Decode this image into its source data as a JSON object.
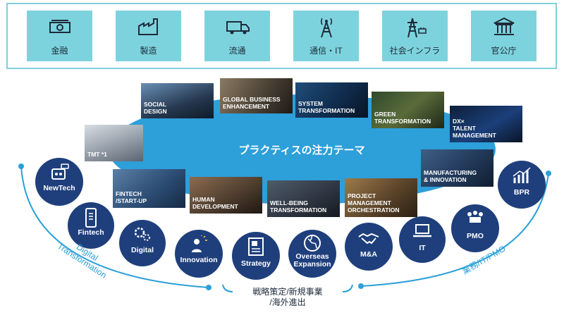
{
  "industries": [
    {
      "label": "金融",
      "icon": "money-icon"
    },
    {
      "label": "製造",
      "icon": "factory-icon"
    },
    {
      "label": "流通",
      "icon": "truck-icon"
    },
    {
      "label": "通信・IT",
      "icon": "antenna-icon"
    },
    {
      "label": "社会インフラ",
      "icon": "power-tower-icon"
    },
    {
      "label": "官公庁",
      "icon": "government-building-icon"
    }
  ],
  "center_title": "プラクティスの注力テーマ",
  "themes": [
    {
      "label": "SOCIAL\nDESIGN"
    },
    {
      "label": "GLOBAL BUSINESS\nENHANCEMENT"
    },
    {
      "label": "SYSTEM\nTRANSFORMATION"
    },
    {
      "label": "GREEN\nTRANSFORMATION"
    },
    {
      "label": "DX×\nTALENT\nMANAGEMENT"
    },
    {
      "label": "TMT *1"
    },
    {
      "label": "FINTECH\n/START-UP"
    },
    {
      "label": "HUMAN\nDEVELOPMENT"
    },
    {
      "label": "WELL-BEING\nTRANSFORMATION"
    },
    {
      "label": "PROJECT\nMANAGEMENT\nORCHESTRATION"
    },
    {
      "label": "MANUFACTURING\n& INNOVATION"
    }
  ],
  "circles": [
    {
      "label": "NewTech",
      "icon": "robot-icon"
    },
    {
      "label": "Fintech",
      "icon": "smartphone-icon"
    },
    {
      "label": "Digital",
      "icon": "gears-icon"
    },
    {
      "label": "Innovation",
      "icon": "idea-person-icon"
    },
    {
      "label": "Strategy",
      "icon": "strategy-document-icon"
    },
    {
      "label": "Overseas\nExpansion",
      "icon": "globe-icon"
    },
    {
      "label": "M&A",
      "icon": "handshake-icon"
    },
    {
      "label": "IT",
      "icon": "laptop-icon"
    },
    {
      "label": "PMO",
      "icon": "meeting-icon"
    },
    {
      "label": "BPR",
      "icon": "bar-chart-icon"
    }
  ],
  "arc_left_label": "Digital\nTransformation",
  "arc_right_label": "業務/IT/PMO",
  "bottom_label": "戦略策定/新規事業\n/海外進出",
  "colors": {
    "accent": "#7dd3dd",
    "navy": "#1f3f7c",
    "ellipse": "#2d9fd9",
    "arc": "#2aa0d8"
  }
}
